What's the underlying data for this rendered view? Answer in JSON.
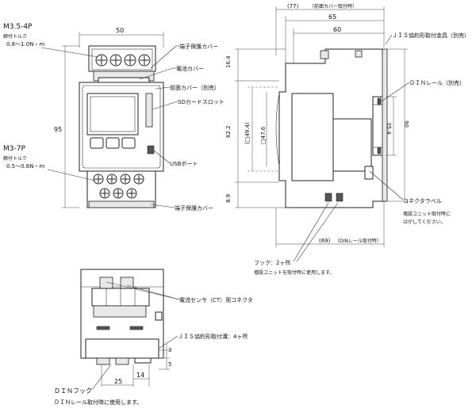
{
  "front_view": {
    "terminal_top_spec": "M3.5-4P",
    "torque_top_label": "締付トルク",
    "torque_top_value": "0.8～1.0N・m",
    "terminal_bottom_spec": "M3-7P",
    "torque_bottom_label": "締付トルク",
    "torque_bottom_value": "0.5～0.6N・m",
    "dim_width": "50",
    "dim_height": "95",
    "label_terminal_cover_top": "端子保護カバー",
    "label_battery_cover": "電池カバー",
    "label_front_cover": "前面カバー（別売）",
    "label_sd_slot": "SDカードスロット",
    "label_usb_port": "USBポート",
    "label_terminal_cover_bottom": "端子保護カバー"
  },
  "side_view": {
    "dim_77": "(77)",
    "dim_77_note": "（前面カバー取付時）",
    "dim_65": "65",
    "dim_60": "60",
    "label_jis_bracket": "ＪＩＳ協約形取付金具（別売）",
    "label_din_rail": "ＤＩＮレール（別売）",
    "dim_16_4": "16.4",
    "dim_62_2": "62.2",
    "dim_49_4": "(□49.4)",
    "dim_47_6": "□47.6",
    "dim_35_4": "35.4",
    "dim_90": "90",
    "dim_8_9": "8.9",
    "label_connector": "コネクタラベル",
    "connector_note_1": "増設ユニット取付時に",
    "connector_note_2": "はがしてください。",
    "dim_69": "(69)",
    "dim_69_note": "（DINレール取付時）",
    "label_hook": "フック：2ヶ所",
    "hook_note": "増設ユニットを取付時に使用します。"
  },
  "bottom_view": {
    "label_ct_connector": "電流センサ（CT）用コネクタ",
    "label_jis_groove": "ＪＩＳ協約形取付溝：4ヶ所",
    "dim_3": "3",
    "dim_5": "5",
    "dim_25": "25",
    "dim_14": "14",
    "label_din_hook": "ＤＩＮフック",
    "din_hook_note": "ＤＩＮレール取付時に使用します。"
  }
}
